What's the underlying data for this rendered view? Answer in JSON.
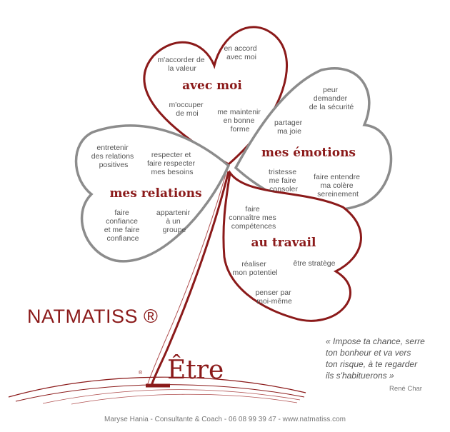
{
  "brand": {
    "name": "NATMATISS",
    "reg_mark": "®",
    "small_reg": "®"
  },
  "title": "Être",
  "leaves": {
    "avec_moi": {
      "heading": "avec moi",
      "items": [
        [
          "m'accorder de",
          "la valeur"
        ],
        [
          "en accord",
          "avec moi"
        ],
        [
          "m'occuper",
          "de moi"
        ],
        [
          "me maintenir",
          "en bonne",
          "forme"
        ]
      ]
    },
    "mes_emotions": {
      "heading": "mes émotions",
      "items": [
        [
          "peur",
          "demander",
          "de la sécurité"
        ],
        [
          "partager",
          "ma joie"
        ],
        [
          "tristesse",
          "me faire",
          "consoler"
        ],
        [
          "faire entendre",
          "ma colère",
          "sereinement"
        ]
      ]
    },
    "mes_relations": {
      "heading": "mes relations",
      "items": [
        [
          "entretenir",
          "des relations",
          "positives"
        ],
        [
          "respecter et",
          "faire respecter",
          "mes besoins"
        ],
        [
          "faire",
          "confiance",
          "et me faire",
          "confiance"
        ],
        [
          "appartenir",
          "à un",
          "groupe"
        ]
      ]
    },
    "au_travail": {
      "heading": "au travail",
      "items": [
        [
          "faire",
          "connaître mes",
          "compétences"
        ],
        [
          "réaliser",
          "mon potentiel"
        ],
        [
          "être stratège"
        ],
        [
          "penser par",
          "moi-même"
        ]
      ]
    }
  },
  "quote": {
    "lines": [
      "« Impose ta chance, serre",
      "ton bonheur et va vers",
      "ton risque, à te regarder",
      "ils s'habituerons »"
    ],
    "author": "René Char"
  },
  "footer": "Maryse Hania - Consultante & Coach - 06 08 99 39 47 - www.natmatiss.com",
  "colors": {
    "burgundy": "#8b1a1a",
    "gray": "#8c8c8c",
    "text": "#555555"
  }
}
